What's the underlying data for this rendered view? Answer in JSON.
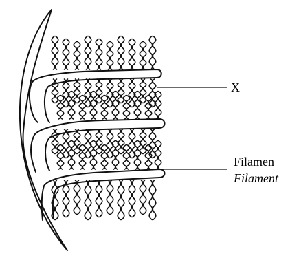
{
  "diagram": {
    "labels": {
      "x_label": "X",
      "filament_label_ms": "Filamen",
      "filament_label_en": "Filament"
    }
  }
}
